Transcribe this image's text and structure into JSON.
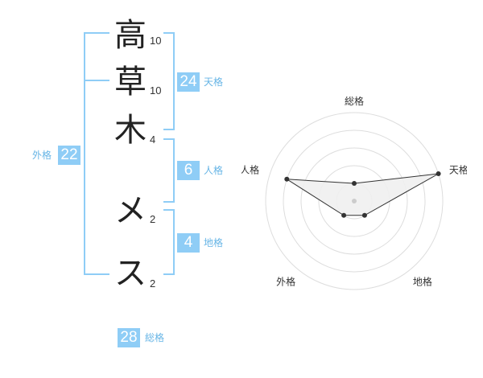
{
  "name": {
    "characters": [
      {
        "char": "高",
        "strokes": "10"
      },
      {
        "char": "草",
        "strokes": "10"
      },
      {
        "char": "木",
        "strokes": "4"
      },
      {
        "char": "メ",
        "strokes": "2"
      },
      {
        "char": "ス",
        "strokes": "2"
      }
    ]
  },
  "kakusu": {
    "tenkaku": {
      "value": "24",
      "label": "天格"
    },
    "jinkaku": {
      "value": "6",
      "label": "人格"
    },
    "chikaku": {
      "value": "4",
      "label": "地格"
    },
    "gaikaku": {
      "value": "22",
      "label": "外格"
    },
    "soukaku": {
      "value": "28",
      "label": "総格"
    }
  },
  "chart_data": {
    "type": "radar",
    "axes": [
      "総格",
      "天格",
      "地格",
      "外格",
      "人格"
    ],
    "values": [
      1,
      5,
      1,
      1,
      4
    ],
    "rmax": 5,
    "colors": {
      "fill": "#f0f0f0",
      "line": "#333333",
      "grid": "#dddddd",
      "accent": "#8fcdf6"
    }
  }
}
